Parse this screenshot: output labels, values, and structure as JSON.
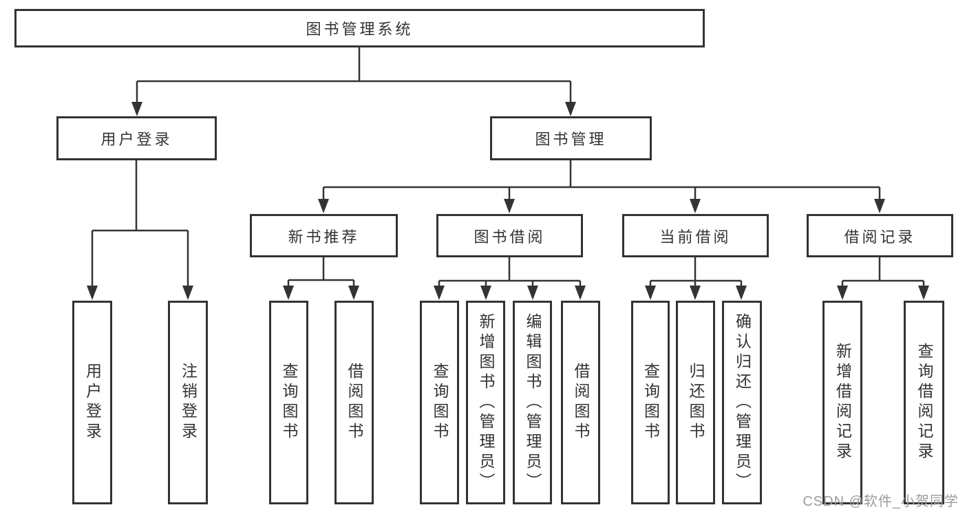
{
  "tree": {
    "root": {
      "label": "图书管理系统",
      "children": [
        {
          "label": "用户登录",
          "children": [
            {
              "label": "用户登录"
            },
            {
              "label": "注销登录"
            }
          ]
        },
        {
          "label": "图书管理",
          "children": [
            {
              "label": "新书推荐",
              "children": [
                {
                  "label": "查询图书"
                },
                {
                  "label": "借阅图书"
                }
              ]
            },
            {
              "label": "图书借阅",
              "children": [
                {
                  "label": "查询图书"
                },
                {
                  "label": "新增图书（管理员）"
                },
                {
                  "label": "编辑图书（管理员）"
                },
                {
                  "label": "借阅图书"
                }
              ]
            },
            {
              "label": "当前借阅",
              "children": [
                {
                  "label": "查询图书"
                },
                {
                  "label": "归还图书"
                },
                {
                  "label": "确认归还（管理员）"
                }
              ]
            },
            {
              "label": "借阅记录",
              "children": [
                {
                  "label": "新增借阅记录"
                },
                {
                  "label": "查询借阅记录"
                }
              ]
            }
          ]
        }
      ]
    }
  },
  "watermark": {
    "label": "CSDN @软件_小贺同学"
  },
  "colors": {
    "line": "#333333",
    "text": "#333333",
    "box_background": "#ffffff",
    "page_background": "#ffffff",
    "watermark": "#9b9b9b"
  }
}
